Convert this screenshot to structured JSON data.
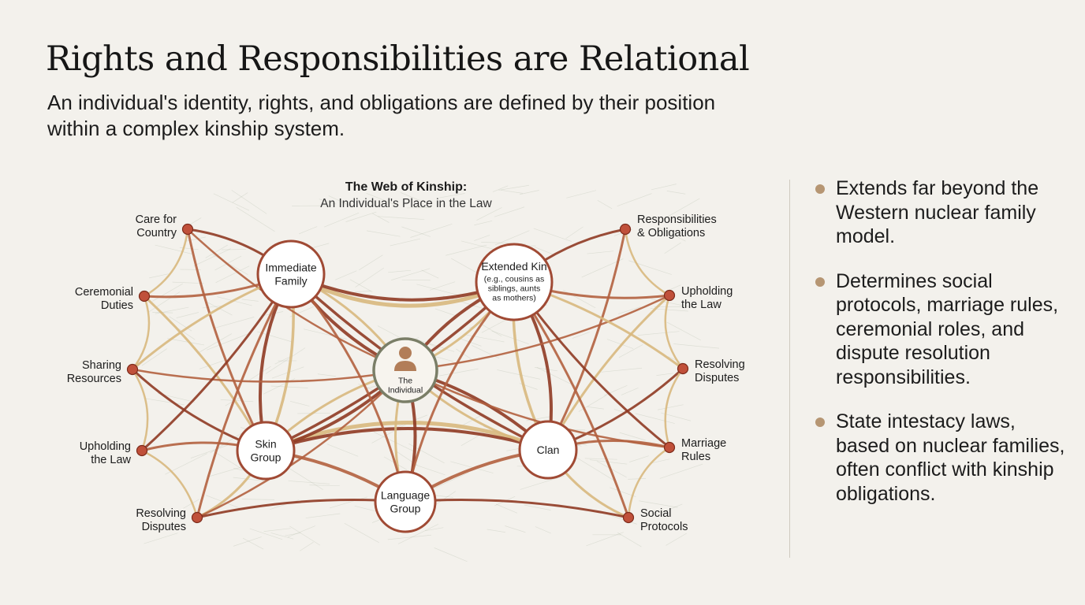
{
  "title": "Rights and Responsibilities are Relational",
  "subtitle": "An individual's identity, rights, and obligations are defined by their position within a complex kinship system.",
  "diagram": {
    "title": "The Web of Kinship:",
    "subtitle": "An Individual's Place in the Law",
    "center": {
      "id": "individual",
      "label": "The Individual",
      "icon": "person-icon"
    },
    "groups": [
      {
        "id": "immediate",
        "label": "Immediate Family"
      },
      {
        "id": "extended",
        "label": "Extended Kin",
        "note": "(e.g., cousins as siblings, aunts as mothers)"
      },
      {
        "id": "skin",
        "label": "Skin Group"
      },
      {
        "id": "clan",
        "label": "Clan"
      },
      {
        "id": "language",
        "label": "Language Group"
      }
    ],
    "left_roles": [
      {
        "id": "care",
        "label": "Care for Country"
      },
      {
        "id": "ceremonial",
        "label": "Ceremonial Duties"
      },
      {
        "id": "sharing",
        "label": "Sharing Resources"
      },
      {
        "id": "upholding-l",
        "label": "Upholding the Law"
      },
      {
        "id": "resolving-l",
        "label": "Resolving Disputes"
      }
    ],
    "right_roles": [
      {
        "id": "responsibilities",
        "label": "Responsibilities & Obligations"
      },
      {
        "id": "upholding-r",
        "label": "Upholding the Law"
      },
      {
        "id": "resolving-r",
        "label": "Resolving Disputes"
      },
      {
        "id": "marriage",
        "label": "Marriage Rules"
      },
      {
        "id": "social",
        "label": "Social Protocols"
      }
    ]
  },
  "bullets": [
    "Extends far beyond the Western nuclear family model.",
    "Determines social protocols, marriage rules, ceremonial roles, and dispute resolution responsibilities.",
    "State intestacy laws, based on nuclear families, often conflict with kinship obligations."
  ],
  "colors": {
    "background": "#f3f1ec",
    "link_dark": "#8f3a24",
    "link_mid": "#b2603f",
    "link_gold": "#d8b87e",
    "node_outline": "#a04a34",
    "center_outline": "#7a7e67",
    "role_dot": "#c0503a",
    "bullet_dot": "#b69673",
    "texture": "#93a088"
  }
}
